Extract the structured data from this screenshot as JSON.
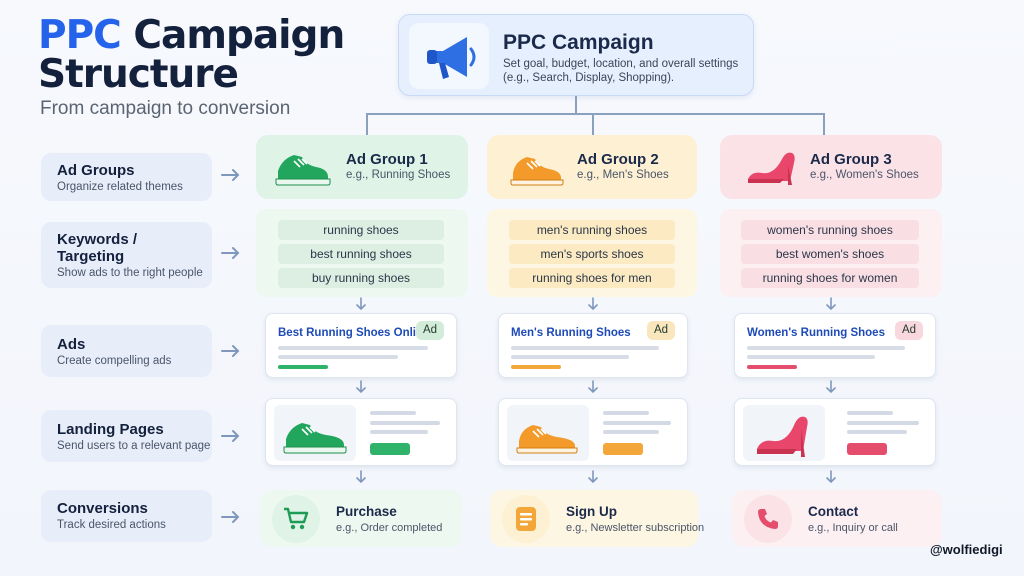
{
  "title": {
    "line1_accent": "PPC",
    "line1_rest": " Campaign",
    "line2": "Structure"
  },
  "subtitle": "From campaign to conversion",
  "campaign": {
    "title": "PPC Campaign",
    "desc": "Set goal, budget, location, and overall settings (e.g., Search, Display, Shopping).",
    "icon": "megaphone-icon"
  },
  "stages": [
    {
      "title": "Ad Groups",
      "desc": "Organize related themes"
    },
    {
      "title": "Keywords /\nTargeting",
      "desc": "Show ads to the right people"
    },
    {
      "title": "Ads",
      "desc": "Create compelling ads"
    },
    {
      "title": "Landing Pages",
      "desc": "Send users to a relevant page"
    },
    {
      "title": "Conversions",
      "desc": "Track desired actions"
    }
  ],
  "groups": [
    {
      "title": "Ad Group 1",
      "sub": "e.g., Running Shoes",
      "icon": "running-shoe-icon",
      "keywords": [
        "running shoes",
        "best running shoes",
        "buy running shoes"
      ],
      "ad_headline": "Best Running Shoes Online",
      "ad_badge": "Ad",
      "conversion": {
        "title": "Purchase",
        "sub": "e.g., Order completed",
        "icon": "shopping-cart-icon"
      },
      "colors": {
        "card": "#dff3e6",
        "panel": "#edf8f1",
        "chip": "#dcefe2",
        "badge": "#d3ecd9",
        "accent": "#2fb36b"
      }
    },
    {
      "title": "Ad Group 2",
      "sub": "e.g., Men's Shoes",
      "icon": "mens-shoe-icon",
      "keywords": [
        "men's running shoes",
        "men's sports shoes",
        "running shoes for men"
      ],
      "ad_headline": "Men's Running Shoes",
      "ad_badge": "Ad",
      "conversion": {
        "title": "Sign Up",
        "sub": "e.g., Newsletter subscription",
        "icon": "signup-form-icon"
      },
      "colors": {
        "card": "#fdf0d3",
        "panel": "#fdf6e3",
        "chip": "#fbeac2",
        "badge": "#f9e6bd",
        "accent": "#f3a73a"
      }
    },
    {
      "title": "Ad Group 3",
      "sub": "e.g., Women's Shoes",
      "icon": "high-heel-icon",
      "keywords": [
        "women's running shoes",
        "best women's shoes",
        "running shoes for women"
      ],
      "ad_headline": "Women's Running Shoes",
      "ad_badge": "Ad",
      "conversion": {
        "title": "Contact",
        "sub": "e.g., Inquiry or call",
        "icon": "phone-icon"
      },
      "colors": {
        "card": "#fbe2e6",
        "panel": "#fdf0f2",
        "chip": "#f9dfe4",
        "badge": "#f8d7de",
        "accent": "#e54d6d"
      }
    }
  ],
  "handle": "@wolfiedigi"
}
